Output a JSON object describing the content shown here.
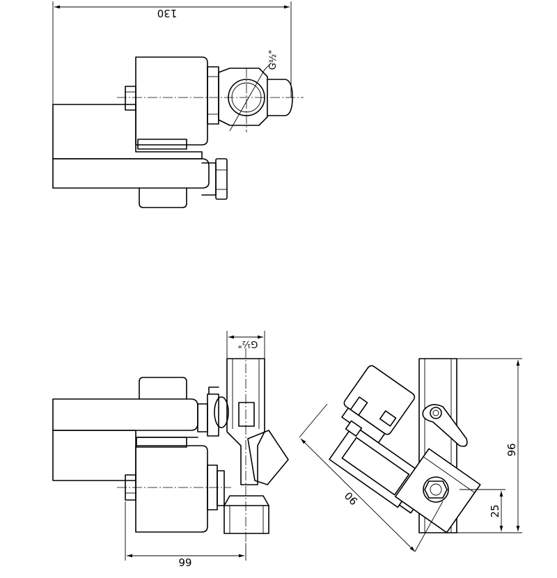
{
  "views": {
    "top": {
      "dimension_width": "130",
      "thread_label": "G½\""
    },
    "front": {
      "thread_label": "G½\"",
      "dimension_width": "66"
    },
    "side": {
      "dimension_diagonal": "90",
      "dimension_height_total": "96",
      "dimension_height_port": "25"
    }
  },
  "colors": {
    "line": "#000000",
    "background": "#ffffff"
  }
}
